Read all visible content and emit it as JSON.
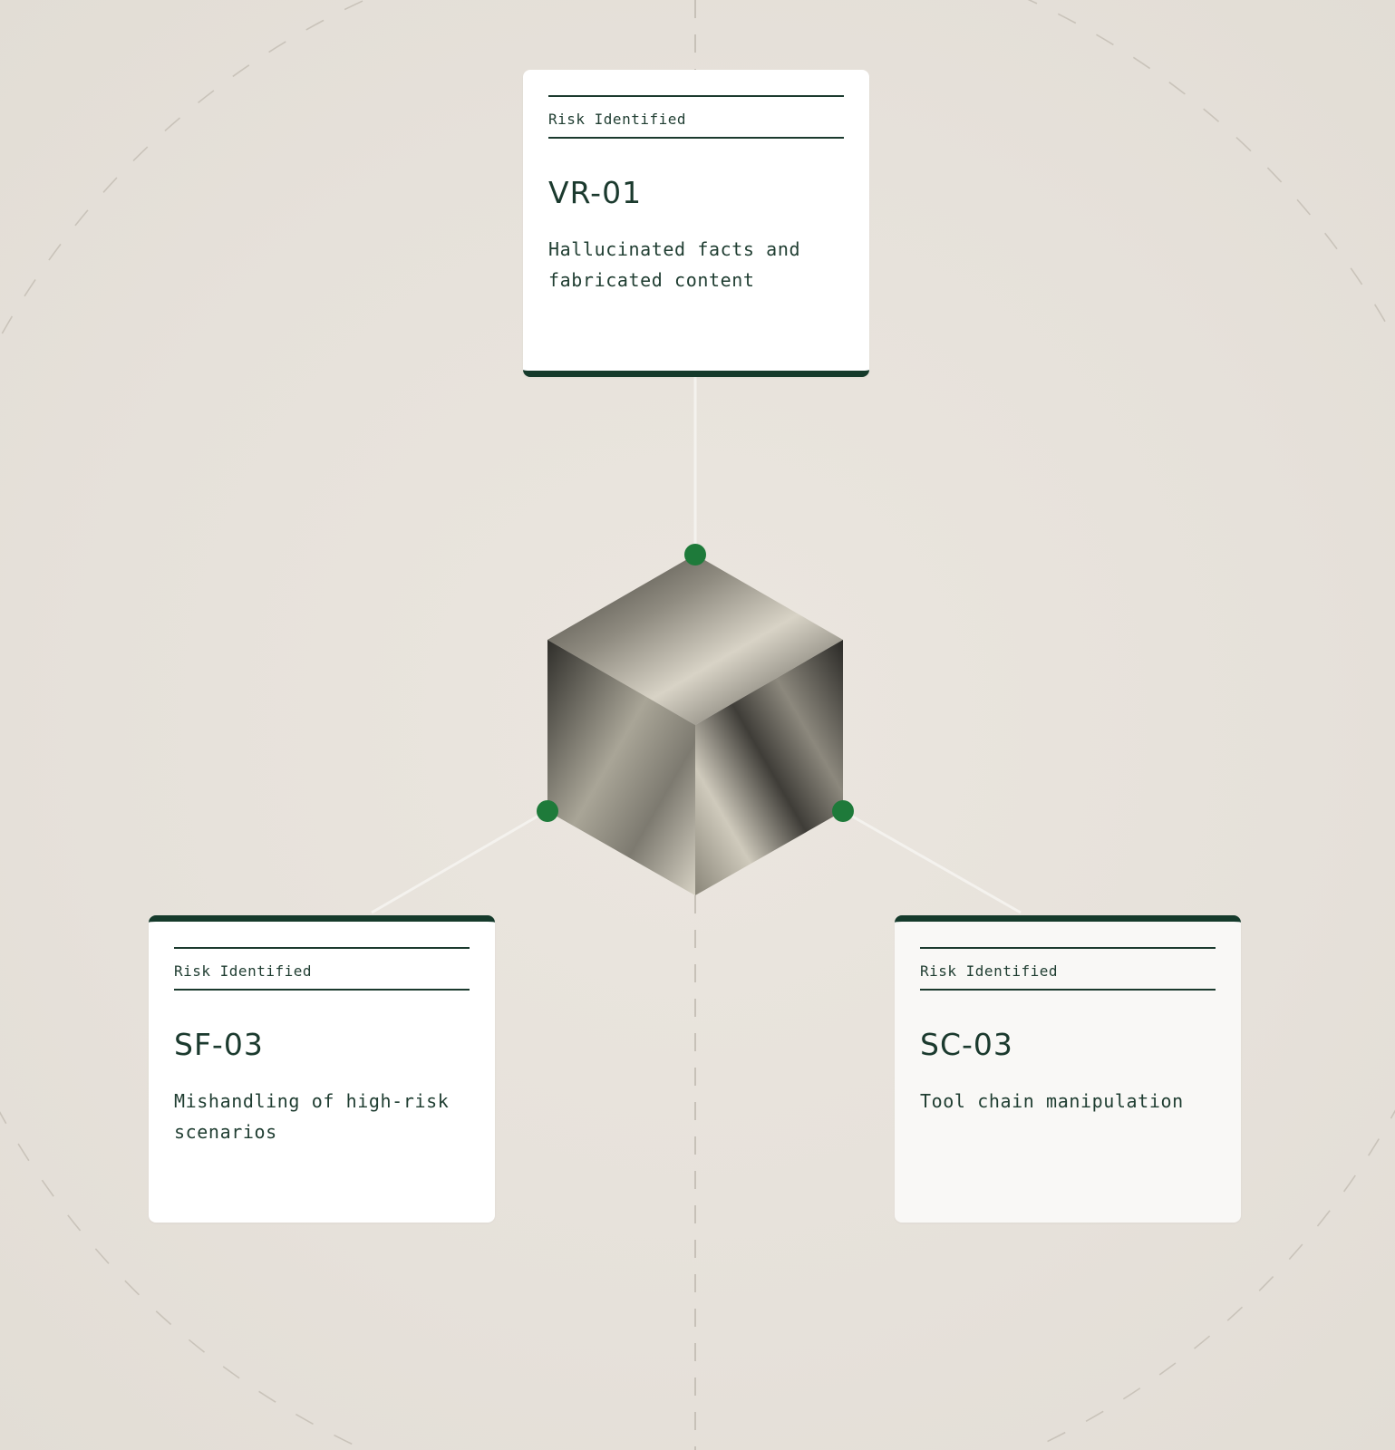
{
  "diagram": {
    "nodes": [
      {
        "id": "VR-01",
        "label": "Risk Identified",
        "code": "VR-01",
        "description": "Hallucinated facts and fabricated content"
      },
      {
        "id": "SF-03",
        "label": "Risk Identified",
        "code": "SF-03",
        "description": "Mishandling of high-risk scenarios"
      },
      {
        "id": "SC-03",
        "label": "Risk Identified",
        "code": "SC-03",
        "description": "Tool chain manipulation"
      }
    ],
    "center": {
      "shape": "cube-icon"
    },
    "edges": [
      {
        "from": "cube-icon",
        "to": "VR-01"
      },
      {
        "from": "cube-icon",
        "to": "SF-03"
      },
      {
        "from": "cube-icon",
        "to": "SC-03"
      }
    ],
    "colors": {
      "background": "#e8e3dc",
      "card": "#ffffff",
      "text": "#1b3a2e",
      "accent_bar": "#153a2b",
      "connector_dot": "#1e7a3a",
      "connector_line": "#f4f2ee"
    }
  }
}
